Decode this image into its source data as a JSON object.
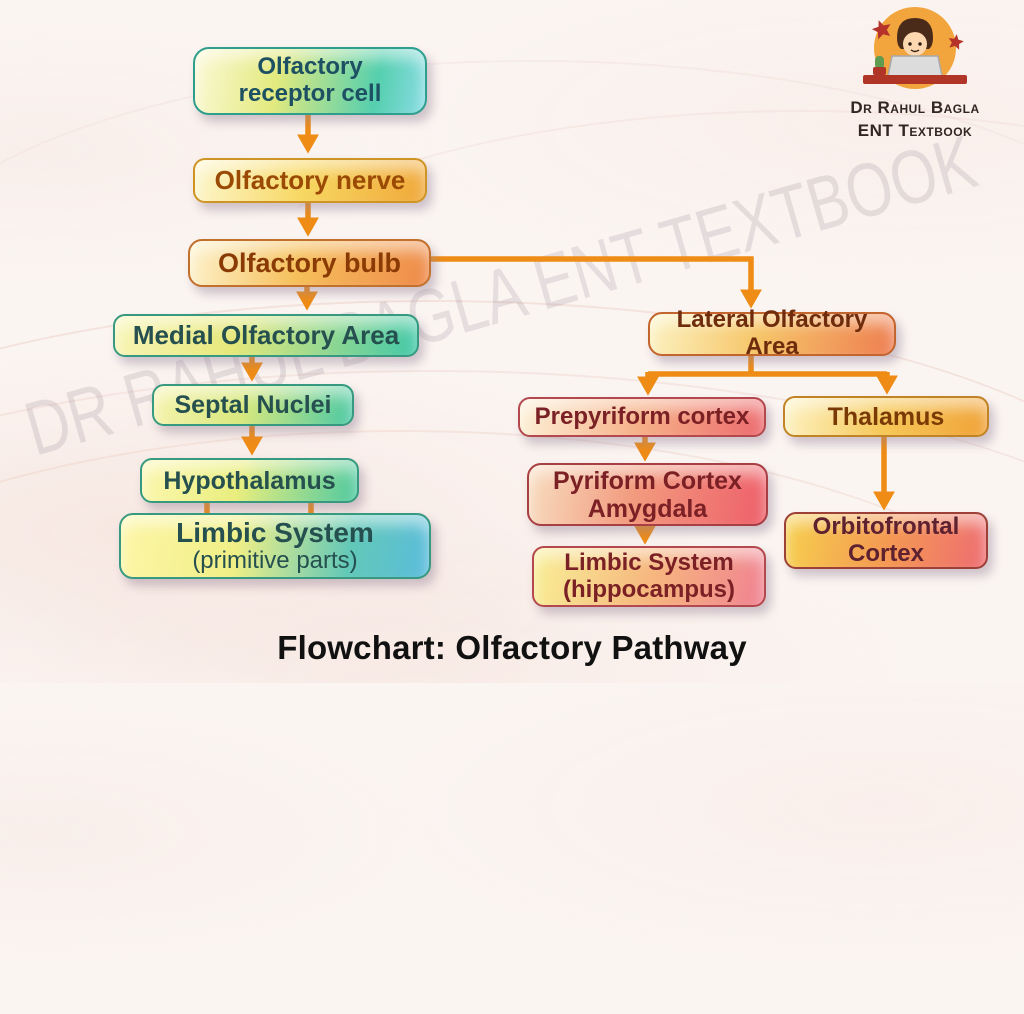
{
  "title": "Flowchart: Olfactory Pathway",
  "watermark": "DR RAHUL BAGLA ENT TEXTBOOK",
  "logo": {
    "line1": "Dr Rahul Bagla",
    "line2": "ENT Textbook"
  },
  "colors": {
    "arrow_orange": "#ef8c15",
    "background": "#fbf5f2",
    "logo_badge_orange": "#f2a53c",
    "logo_accent_red": "#b5332a",
    "teal_branch_text": "#25504f",
    "red_branch_text": "#7b2024",
    "title_color": "#111111"
  },
  "nodes": {
    "receptor": {
      "line1": "Olfactory",
      "line2": "receptor cell"
    },
    "nerve": {
      "line1": "Olfactory nerve",
      "line2": ""
    },
    "bulb": {
      "line1": "Olfactory bulb",
      "line2": ""
    },
    "medial": {
      "line1": "Medial Olfactory Area",
      "line2": ""
    },
    "septal": {
      "line1": "Septal Nuclei",
      "line2": ""
    },
    "hypothalamus": {
      "line1": "Hypothalamus",
      "line2": ""
    },
    "limbic_primitive": {
      "line1": "Limbic System",
      "line2": "(primitive parts)"
    },
    "lateral": {
      "line1": "Lateral Olfactory Area",
      "line2": ""
    },
    "prepyriform": {
      "line1": "Prepyriform cortex",
      "line2": ""
    },
    "pyriform": {
      "line1": "Pyriform Cortex",
      "line2": "Amygdala"
    },
    "limbic_hippocampus": {
      "line1": "Limbic System",
      "line2": "(hippocampus)"
    },
    "thalamus": {
      "line1": "Thalamus",
      "line2": ""
    },
    "orbitofrontal": {
      "line1": "Orbitofrontal",
      "line2": "Cortex"
    }
  },
  "edges": [
    {
      "from": "receptor",
      "to": "nerve"
    },
    {
      "from": "nerve",
      "to": "bulb"
    },
    {
      "from": "bulb",
      "to": "medial"
    },
    {
      "from": "bulb",
      "to": "lateral"
    },
    {
      "from": "medial",
      "to": "septal"
    },
    {
      "from": "septal",
      "to": "hypothalamus"
    },
    {
      "from": "hypothalamus",
      "to": "limbic_primitive"
    },
    {
      "from": "lateral",
      "to": "prepyriform"
    },
    {
      "from": "lateral",
      "to": "thalamus"
    },
    {
      "from": "prepyriform",
      "to": "pyriform"
    },
    {
      "from": "pyriform",
      "to": "limbic_hippocampus"
    },
    {
      "from": "thalamus",
      "to": "orbitofrontal"
    }
  ]
}
